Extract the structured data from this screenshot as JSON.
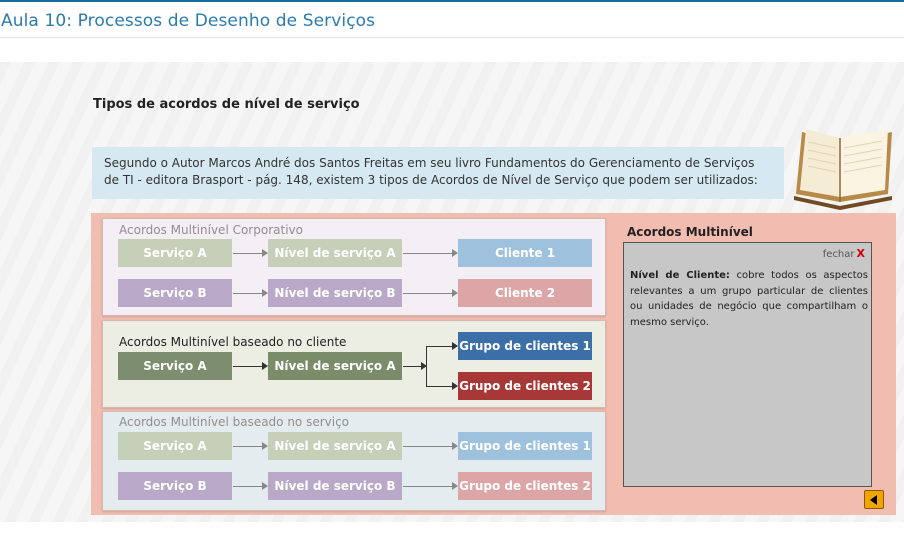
{
  "header": {
    "title": "Aula 10: Processos de Desenho de Serviços"
  },
  "content": {
    "subtitle": "Tipos de acordos de nível de serviço",
    "intro": "Segundo o Autor Marcos André dos Santos Freitas em seu livro Fundamentos do Gerenciamento de Serviços de TI - editora Brasport - pág. 148, existem 3 tipos de Acordos de Nível de Serviço que podem ser utilizados:"
  },
  "panels": {
    "corp": {
      "title": "Acordos Multinível Corporativo",
      "r1": {
        "a": "Serviço A",
        "b": "Nível de serviço A",
        "c": "Cliente 1"
      },
      "r2": {
        "a": "Serviço B",
        "b": "Nível de serviço B",
        "c": "Cliente 2"
      }
    },
    "cliente": {
      "title": "Acordos Multinível baseado no cliente",
      "a": "Serviço A",
      "b": "Nível de serviço A",
      "c1": "Grupo de clientes 1",
      "c2": "Grupo de clientes 2"
    },
    "servico": {
      "title": "Acordos Multinível baseado no serviço",
      "r1": {
        "a": "Serviço A",
        "b": "Nível de serviço A",
        "c": "Grupo de clientes 1"
      },
      "r2": {
        "a": "Serviço B",
        "b": "Nível de serviço B",
        "c": "Grupo de clientes 2"
      }
    }
  },
  "sidepanel": {
    "title": "Acordos Multinível",
    "close_label": "fechar",
    "close_x": "X",
    "term": "Nível de Cliente:",
    "text": " cobre todos os aspectos relevantes a um grupo particular de clientes ou unidades de negócio que compartilham o mesmo serviço."
  },
  "colors": {
    "accent": "#2a7bb0",
    "service_green": "#7d8e6e",
    "level_green": "#7a8c6a",
    "client_blue": "#3c6fa8",
    "client_red": "#a83838",
    "faded_green": "#c6cfb8",
    "faded_purple": "#b9a8c8",
    "faded_blue": "#9ec1de",
    "faded_red": "#dca6a6",
    "pink_bg": "#f2bdb1"
  }
}
